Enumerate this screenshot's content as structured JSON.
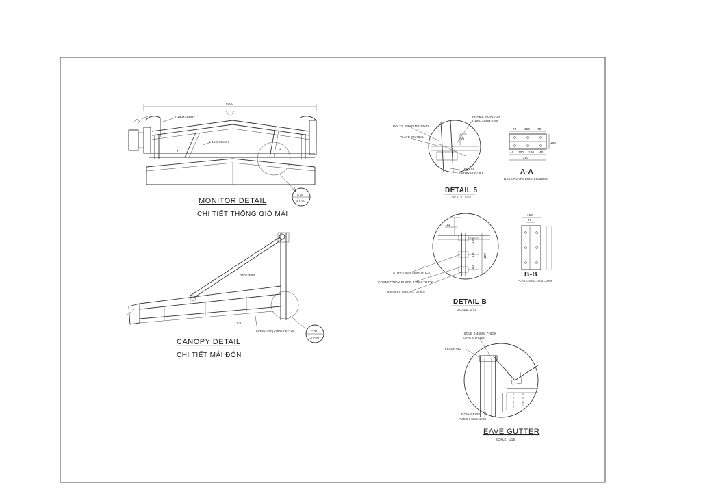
{
  "monitor": {
    "title": "MONITOR DETAIL",
    "subtitle": "CHI TIẾT THÔNG GIÓ MÁI",
    "dim": "6000",
    "label_top": "I-150x75x5x7",
    "label_mid": "I-150x75x5x7",
    "callout_top": "C75",
    "callout_bottom": "ST-00"
  },
  "canopy": {
    "title": "CANOPY DETAIL",
    "subtitle": "CHI TIẾT MÁI ĐÓN",
    "label_brace": "D50x2MM",
    "label_beam": "I-(300~150)x150x4.5x7x5",
    "label_c": "C8",
    "callout_top": "C7B",
    "callout_bottom": "ST-00"
  },
  "detail5": {
    "title": "DETAIL 5",
    "scale": "SCALE: 1/15",
    "labels": [
      "BOLTS BRACING 12x40",
      "FRAME MONITOR",
      "I-150x75x5x7mm",
      "PLATE 70x70x5",
      "BOLTS",
      "8 M16x60 Gr 8.8"
    ],
    "dims": [
      "70",
      "150",
      "70"
    ],
    "dims2": [
      "40",
      "100",
      "100",
      "40"
    ],
    "dim_total": "290",
    "dim_side": "150",
    "section": "A-A",
    "section_note": "BASE PLATE 290x150x12MM",
    "marker": "A"
  },
  "detailB": {
    "title": "DETAIL B",
    "scale": "SCALE: 1/15",
    "labels": [
      "STIFFENER 8MM THICK",
      "CONNECTION PLATE, 12MM THICK",
      "6 BOLTS M20x60, Gr 8.8"
    ],
    "dims_right": [
      "150",
      "150",
      "150",
      "422"
    ],
    "dim_top": "150",
    "dim_top2": "70",
    "section": "B-B",
    "section_note": "PLATE 450x150x12MM",
    "marker": "13"
  },
  "eave": {
    "title": "EAVE GUTTER",
    "scale": "SCALE: 1/15",
    "labels": [
      "ISOLE 0.45MM THICK",
      "EAVE GUTTER",
      "FLASHING",
      "DOWN PIPE",
      "PVC D140x5.4MM"
    ]
  }
}
